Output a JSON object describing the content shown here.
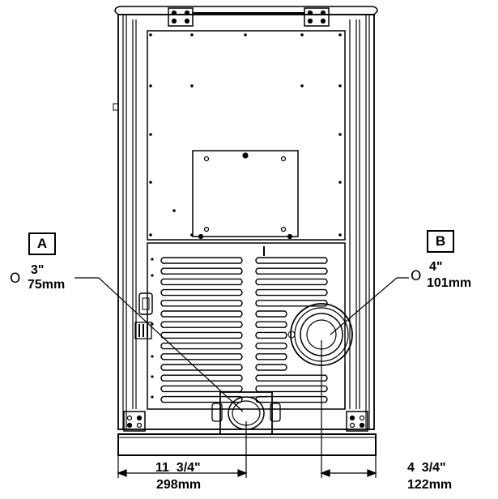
{
  "callouts": {
    "a": {
      "letter": "A",
      "diameter_symbol": "O",
      "size_in": "3\"",
      "size_mm": "75mm"
    },
    "b": {
      "letter": "B",
      "diameter_symbol": "O",
      "size_in": "4\"",
      "size_mm": "101mm"
    }
  },
  "dimensions": {
    "left_offset": {
      "in": "11  3/4\"",
      "mm": "298mm"
    },
    "right_offset": {
      "in": "4  3/4\"",
      "mm": "122mm"
    }
  },
  "colors": {
    "line": "#000000",
    "background": "#ffffff"
  }
}
